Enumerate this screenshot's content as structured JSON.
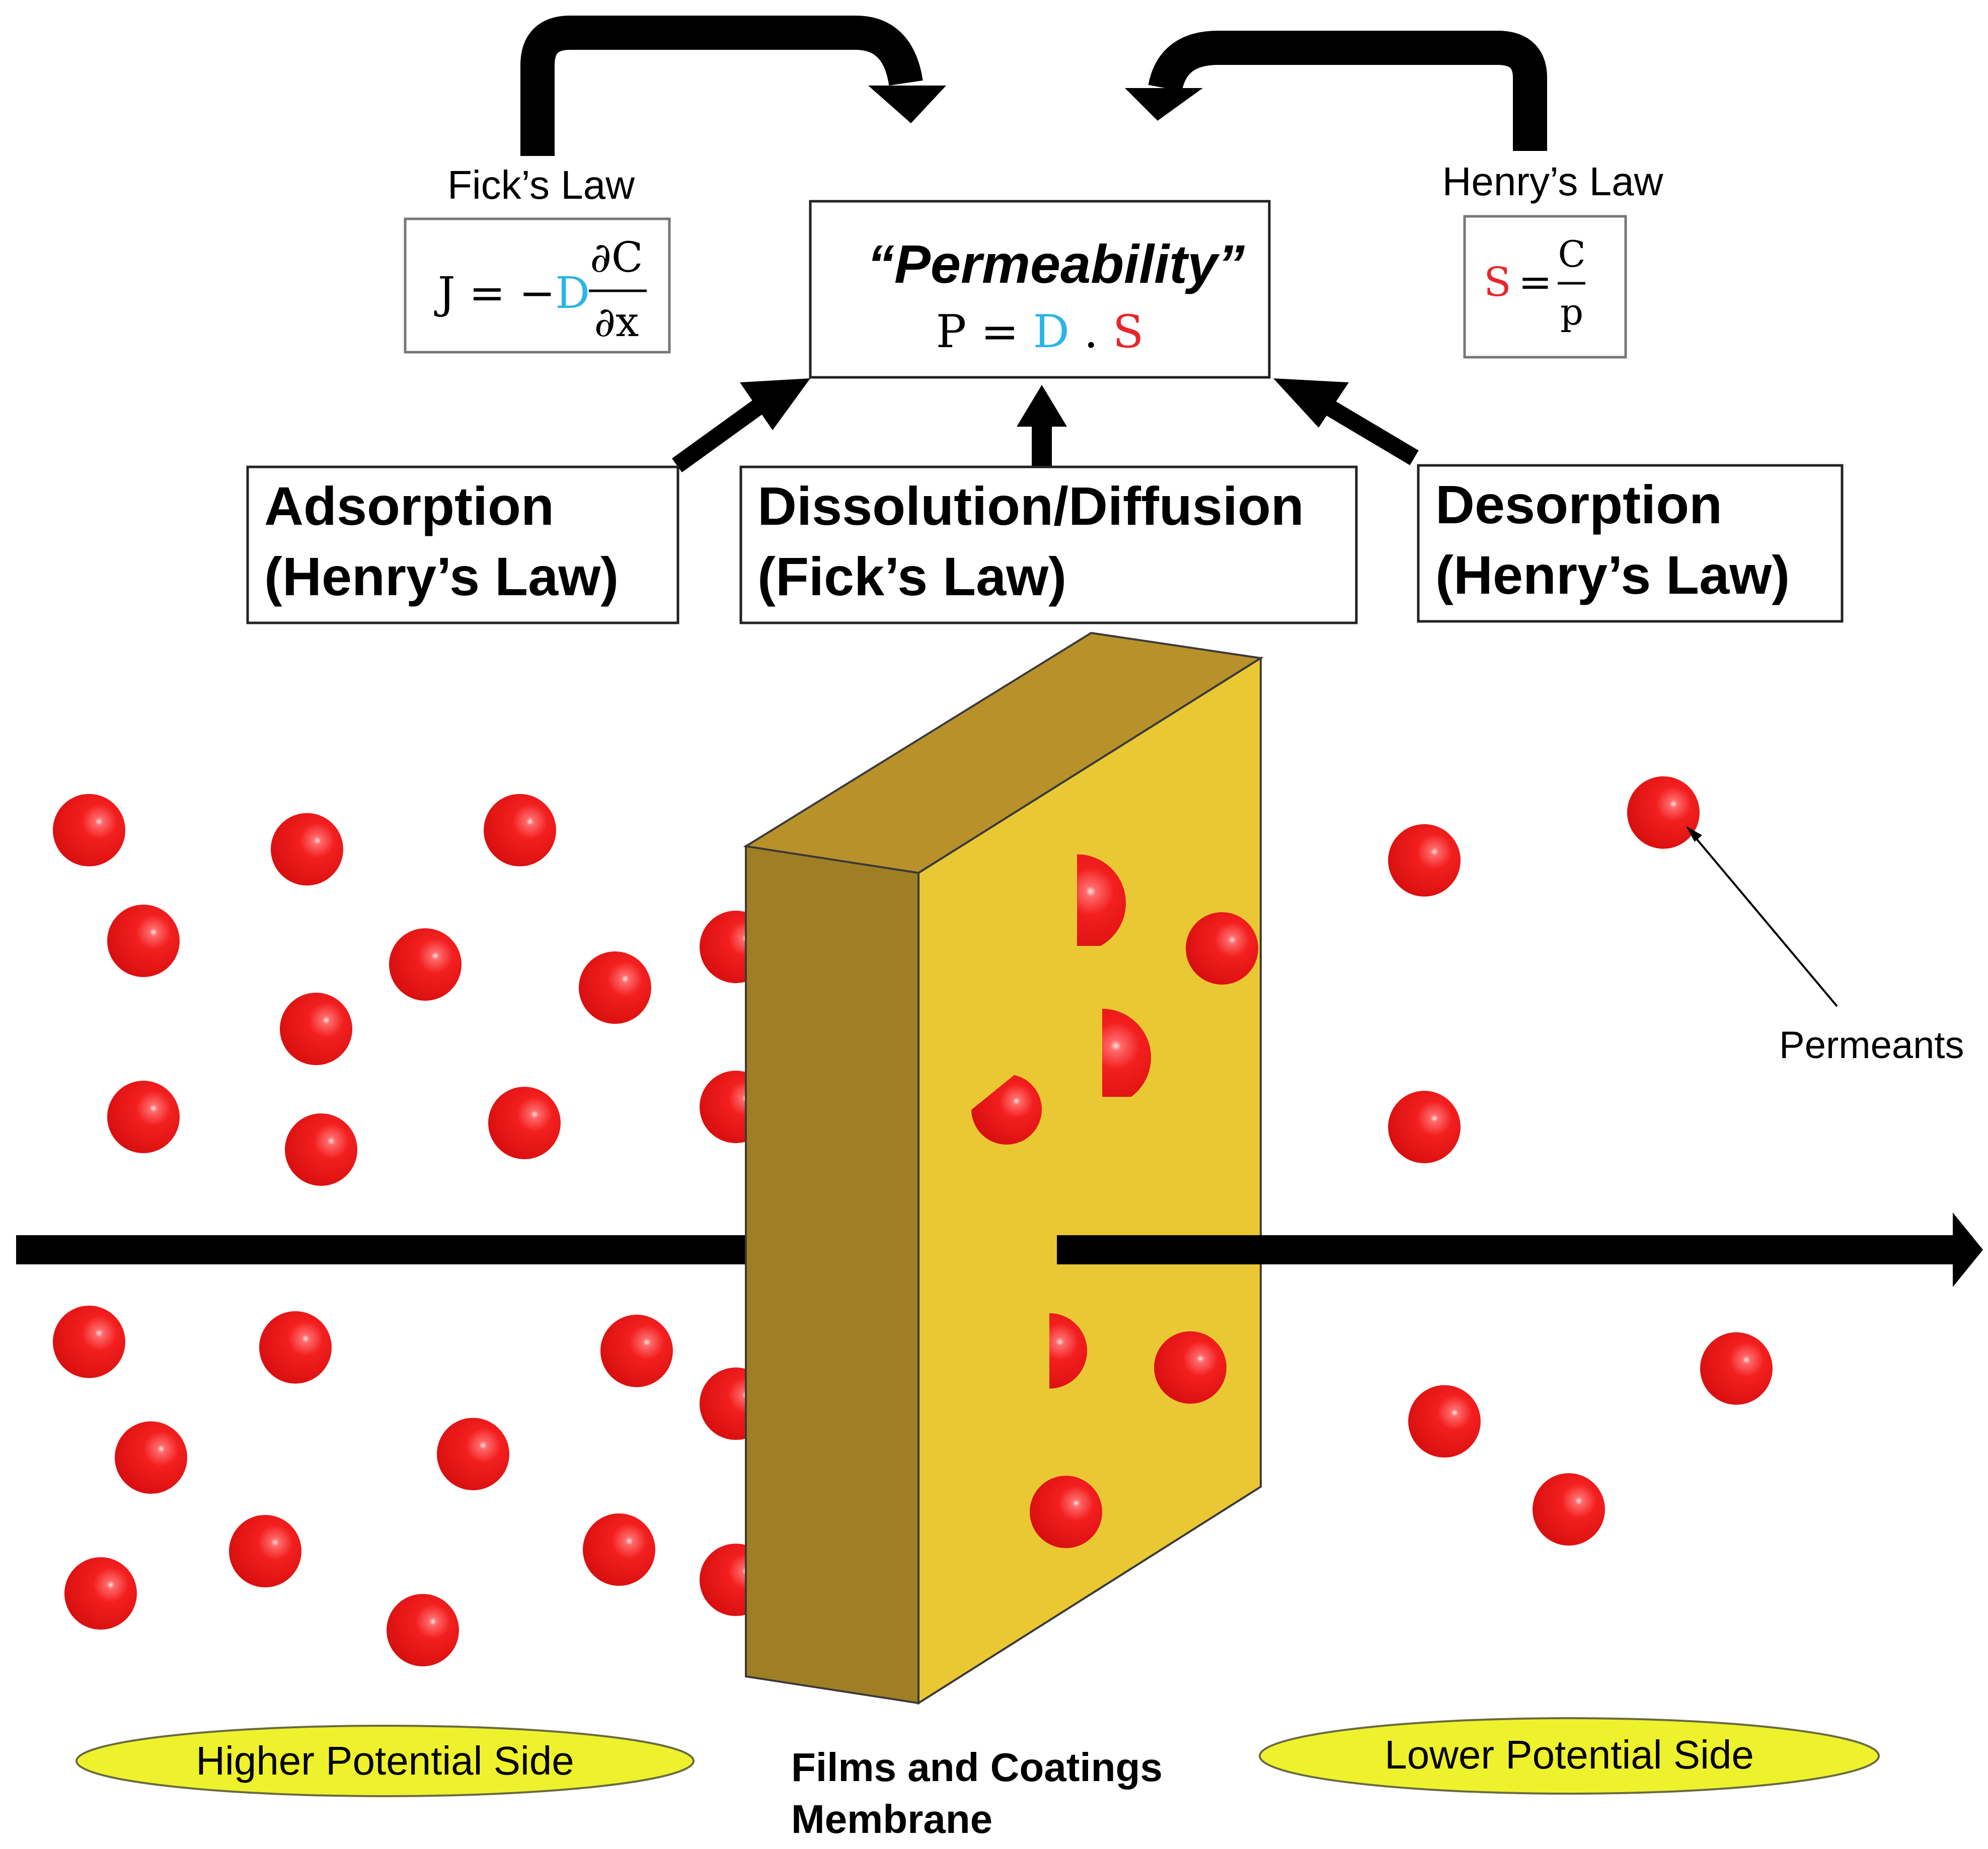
{
  "colors": {
    "diffusivity": "#2bb4e6",
    "solubility": "#e8262a",
    "particle": "#ee1c1c",
    "membrane_front": "#e9c834",
    "membrane_side": "#a07f24",
    "membrane_top": "#b8912a",
    "ellipse_fill": "#eef22c"
  },
  "ficks_law": {
    "title": "Fick’s Law",
    "lhs": "J = −",
    "d": "D",
    "numerator": "∂C",
    "denominator": "∂x"
  },
  "henrys_law": {
    "title": "Henry’s Law",
    "s": "S",
    "eq": "=",
    "numerator": "C",
    "denominator": "p"
  },
  "permeability": {
    "title": "“Permeability”",
    "p_eq": "P = ",
    "d": "D",
    "dot": " . ",
    "s": "S"
  },
  "steps": {
    "adsorption": {
      "line1": "Adsorption",
      "line2": "(Henry’s Law)"
    },
    "dissolution": {
      "line1": "Dissolution/Diffusion",
      "line2": "(Fick’s Law)"
    },
    "desorption": {
      "line1": "Desorption",
      "line2": "(Henry’s Law)"
    }
  },
  "permeants_label": "Permeants",
  "sides": {
    "higher": "Higher Potential Side",
    "lower": "Lower Potential Side"
  },
  "membrane_label": {
    "line1": "Films and Coatings",
    "line2": "Membrane"
  }
}
